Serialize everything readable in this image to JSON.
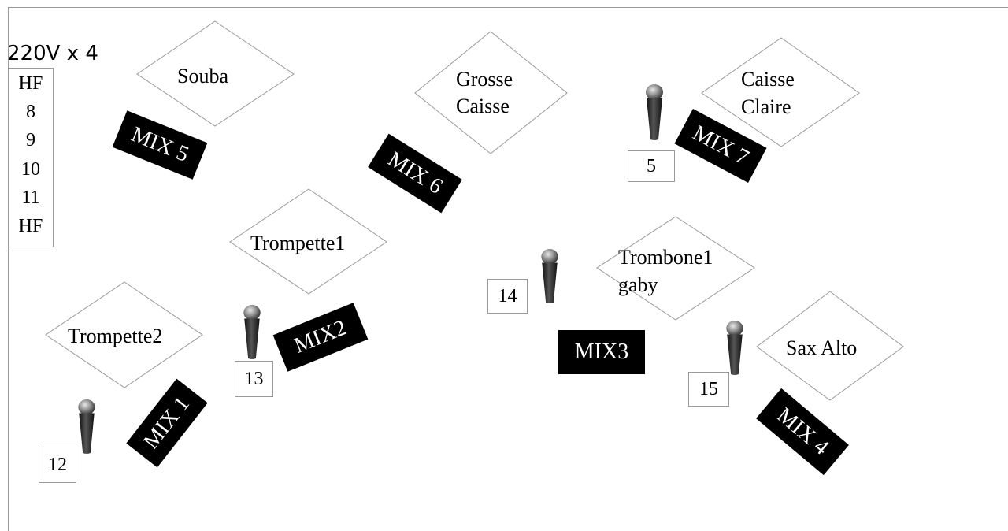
{
  "power": {
    "label": "220V x 4",
    "lines": [
      "HF",
      "8",
      "9",
      "10",
      "11",
      "HF"
    ]
  },
  "instruments": {
    "souba": [
      "Souba"
    ],
    "grosse_caisse": [
      "Grosse",
      "Caisse"
    ],
    "caisse_claire": [
      "Caisse",
      "Claire"
    ],
    "trompette1": [
      "Trompette1"
    ],
    "trombone1": [
      "Trombone1",
      "gaby"
    ],
    "trompette2": [
      "Trompette2"
    ],
    "sax_alto": [
      "Sax Alto"
    ]
  },
  "mixes": {
    "mix5": "MIX 5",
    "mix6": "MIX 6",
    "mix7": "MIX 7",
    "mix2": "MIX2",
    "mix3": "MIX3",
    "mix1": "MIX 1",
    "mix4": "MIX 4"
  },
  "mic_channels": {
    "mic5": "5",
    "mic14": "14",
    "mic13": "13",
    "mic15": "15",
    "mic12": "12"
  },
  "icons": {
    "microphone": "microphone-icon"
  }
}
